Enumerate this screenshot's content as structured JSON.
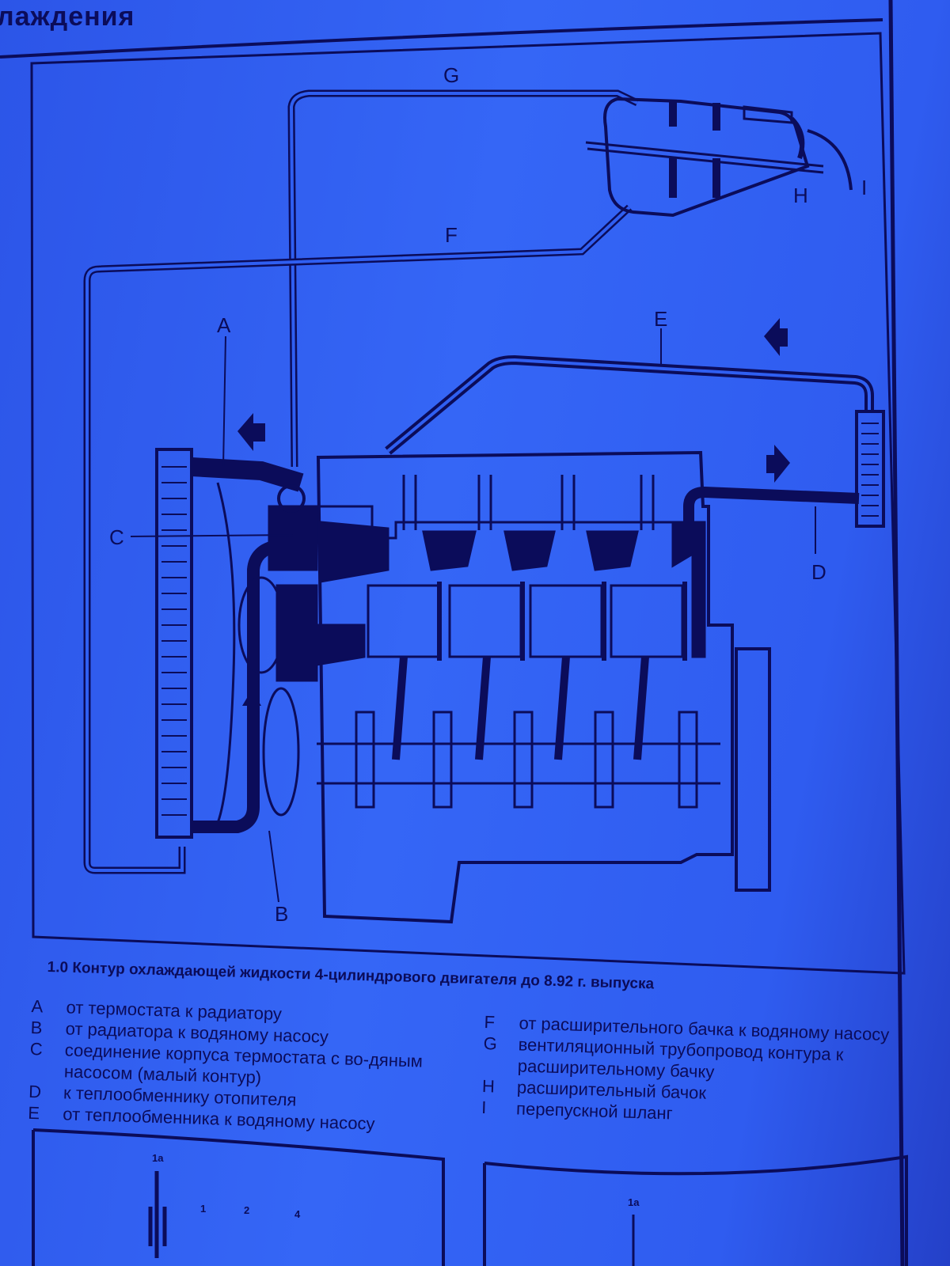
{
  "header": {
    "title": "лаждения"
  },
  "diagram": {
    "labels": {
      "A": "A",
      "B": "B",
      "C": "C",
      "D": "D",
      "E": "E",
      "F": "F",
      "G": "G",
      "H": "H",
      "I": "I"
    }
  },
  "caption": "1.0 Контур охлаждающей жидкости 4-цилиндрового двигателя до 8.92 г. выпуска",
  "legend": {
    "left": [
      {
        "key": "A",
        "text": "от термостата к радиатору"
      },
      {
        "key": "B",
        "text": "от радиатора к водяному насосу"
      },
      {
        "key": "C",
        "text": "соединение корпуса термостата с во-дяным насосом (малый контур)"
      },
      {
        "key": "D",
        "text": "к теплообменнику отопителя"
      },
      {
        "key": "E",
        "text": "от теплообменника к водяному насосу"
      }
    ],
    "right": [
      {
        "key": "F",
        "text": "от расширительного бачка к водяному насосу"
      },
      {
        "key": "G",
        "text": "вентиляционный трубопровод контура к расширительному бачку"
      },
      {
        "key": "H",
        "text": "расширительный бачок"
      },
      {
        "key": "I",
        "text": "перепускной шланг"
      }
    ]
  },
  "bottom_figures": {
    "left": [
      "1a",
      "1",
      "2",
      "4"
    ],
    "right": [
      "1a"
    ]
  },
  "colors": {
    "paper": "#2f5ff2",
    "ink": "#0b0c5a"
  }
}
